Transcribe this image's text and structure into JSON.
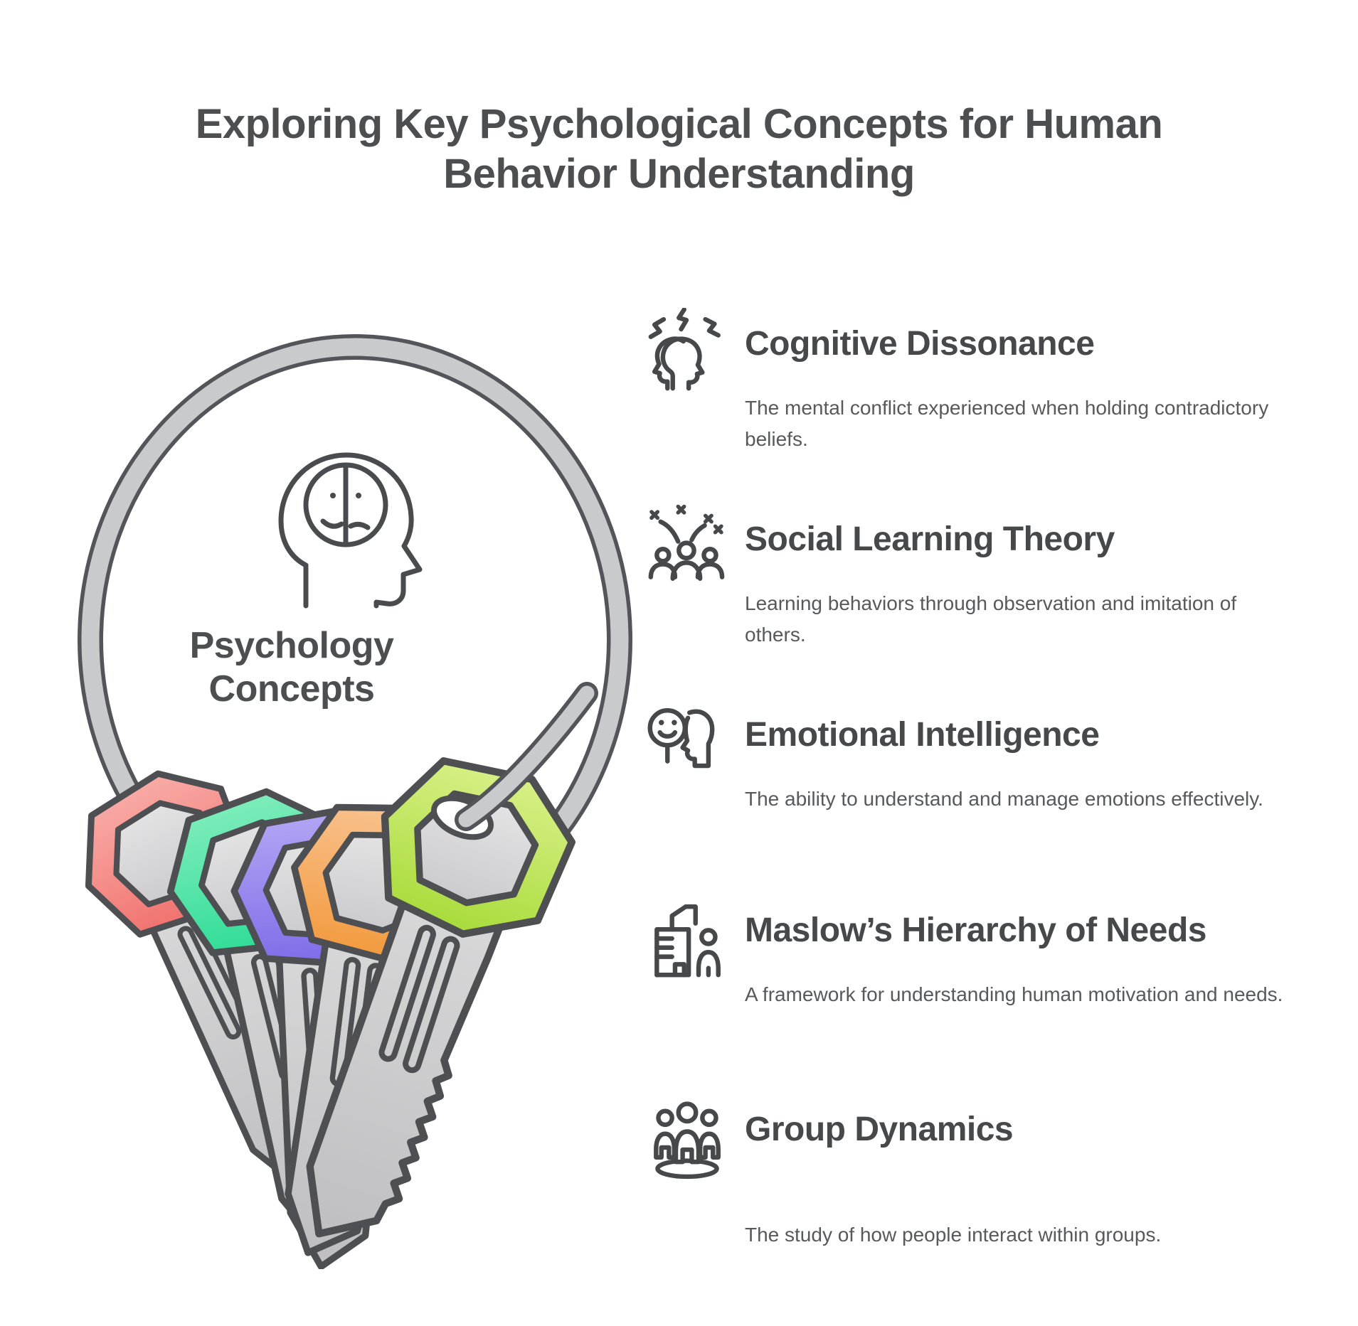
{
  "header": {
    "title": "Exploring Key Psychological Concepts for Human Behavior Understanding"
  },
  "keyring": {
    "label_line1": "Psychology",
    "label_line2": "Concepts",
    "center_icon": "split-face-head-icon",
    "ring_fill": "#C9CACB",
    "outline_color": "#54555A",
    "key_colors": {
      "salmon": "#F0716D",
      "green": "#2EDC95",
      "purple": "#7E6BE8",
      "orange": "#F29A3E",
      "lime": "#A8DB3A"
    }
  },
  "concepts": [
    {
      "icon": "conflicting-heads-icon",
      "title": "Cognitive Dissonance",
      "description": "The mental conflict experienced when holding contradictory beliefs."
    },
    {
      "icon": "crowd-sparks-icon",
      "title": "Social Learning Theory",
      "description": "Learning behaviors through observation and imitation of others."
    },
    {
      "icon": "smiley-head-icon",
      "title": "Emotional Intelligence",
      "description": "The ability to understand and manage emotions effectively."
    },
    {
      "icon": "building-person-icon",
      "title": "Maslow’s Hierarchy of Needs",
      "description": "A framework for understanding human motivation and needs."
    },
    {
      "icon": "people-platform-icon",
      "title": "Group Dynamics",
      "description": "The study of how people interact within groups."
    }
  ],
  "text_colors": {
    "title": "#4D4E50",
    "heading": "#47484A",
    "description": "#58595B"
  }
}
